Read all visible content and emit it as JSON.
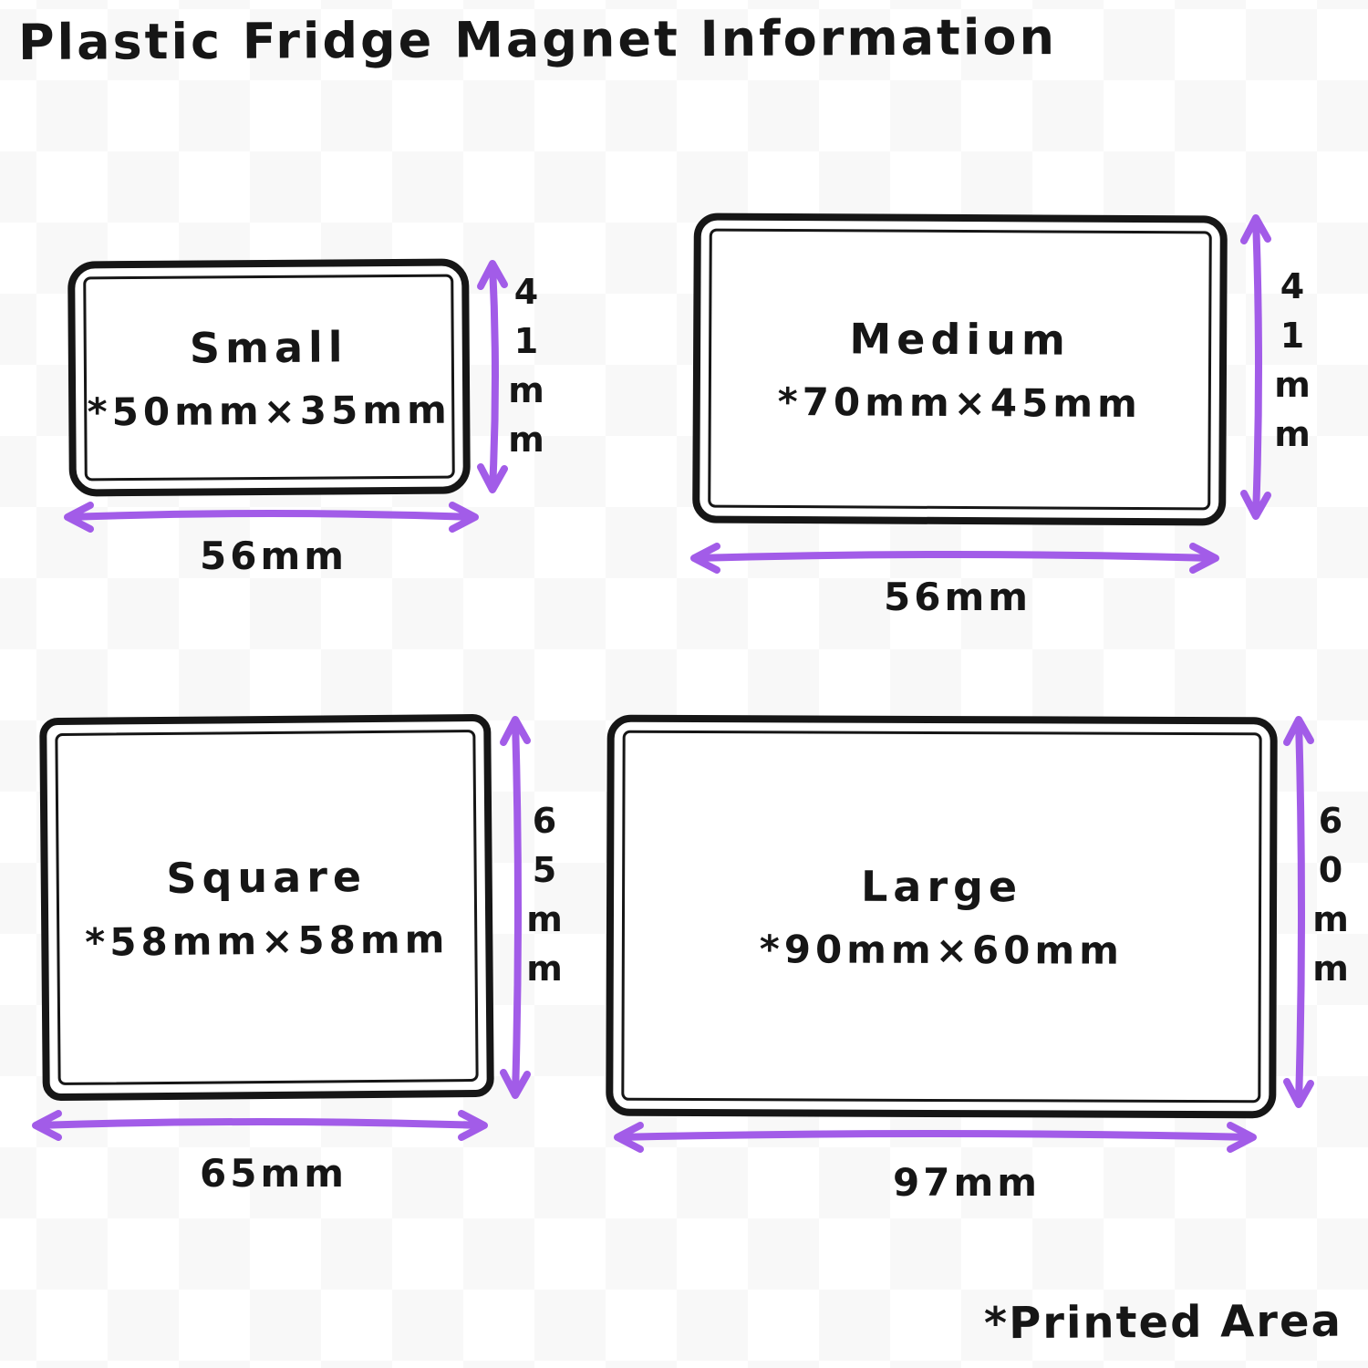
{
  "title": "Plastic Fridge Magnet Information",
  "footnote": "*Printed Area",
  "colors": {
    "accent": "#a25ce8",
    "ink": "#161616"
  },
  "magnets": [
    {
      "name": "Small",
      "printed_area": "*50mm×35mm",
      "width_label": "56mm",
      "height_label": "41mm"
    },
    {
      "name": "Medium",
      "printed_area": "*70mm×45mm",
      "width_label": "56mm",
      "height_label": "41mm"
    },
    {
      "name": "Square",
      "printed_area": "*58mm×58mm",
      "width_label": "65mm",
      "height_label": "65mm"
    },
    {
      "name": "Large",
      "printed_area": "*90mm×60mm",
      "width_label": "97mm",
      "height_label": "60mm"
    }
  ]
}
